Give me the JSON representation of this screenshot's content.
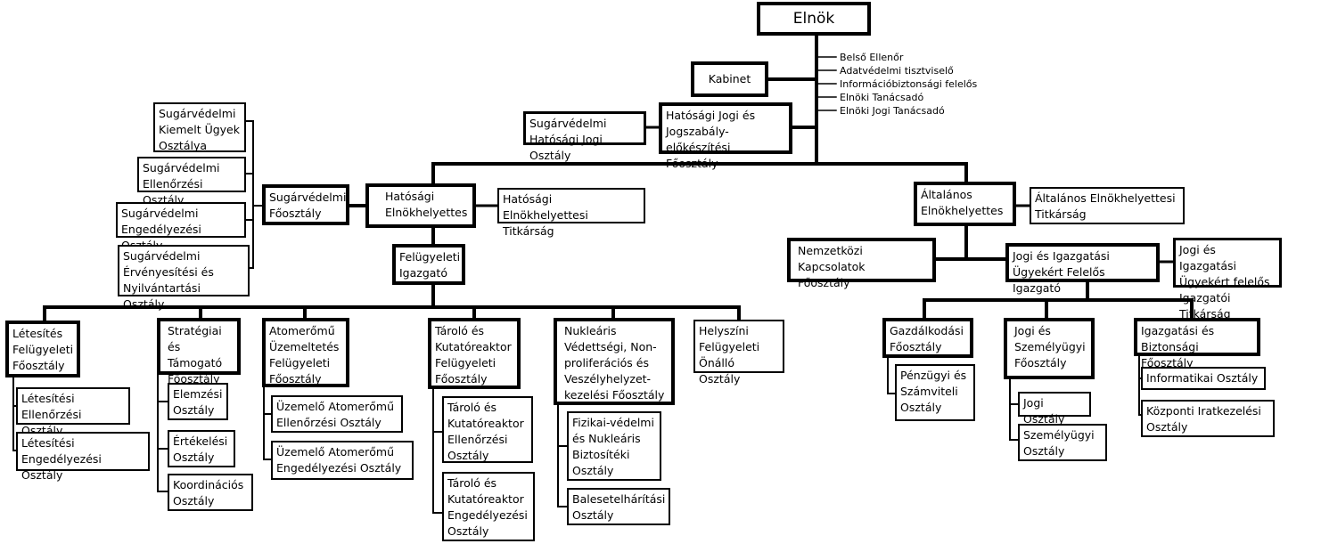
{
  "boxes": {
    "elnok": "Elnök",
    "kabinet": "Kabinet",
    "hatosagi_jogi_foosztaly": "Hatósági Jogi és\nJogszabály-előkészítési\nFőosztály",
    "sugarvedelmi_hatosagi_jogi": "Sugárvédelmi\nHatósági Jogi Osztály",
    "hatosagi_elnokhelyettes": "Hatósági\nElnökhelyettes",
    "hatosagi_titkarsag": "Hatósági Elnökhelyettesi\nTitkárság",
    "sugarvedelmi_foosztaly": "Sugárvédelmi\nFőosztály",
    "sug_kiemelt": "Sugárvédelmi\nKiemelt Ügyek\nOsztálya",
    "sug_ellenorzesi": "Sugárvédelmi\nEllenőrzési Osztály",
    "sug_engedelyezesi": "Sugárvédelmi\nEngedélyezési Osztály",
    "sug_ervenyesitesi": "Sugárvédelmi\nÉrvényesítési és\nNyilvántartási Osztály",
    "felugyeleti_igazgato": "Felügyeleti\nIgazgató",
    "letesites_foosztaly": "Létesítés\nFelügyeleti\nFőosztály",
    "letesitesi_ellenorzesi": "Létesítési\nEllenőrzési Osztály",
    "letesitesi_engedelyezesi": "Létesítési\nEngedélyezési Osztály",
    "strategiai_foosztaly": "Stratégiai és\nTámogató\nFőosztály",
    "elemzesi": "Elemzési\nOsztály",
    "ertekelesi": "Értékelési\nOsztály",
    "koordinacios": "Koordinációs\nOsztály",
    "atomeromu_foosztaly": "Atomerőmű\nÜzemeltetés\nFelügyeleti\nFőosztály",
    "uzemelo_ellenorzesi": "Üzemelő Atomerőmű\nEllenőrzési Osztály",
    "uzemelo_engedelyezesi": "Üzemelő Atomerőmű\nEngedélyezési Osztály",
    "tarolo_foosztaly": "Tároló és\nKutatóreaktor\nFelügyeleti\nFőosztály",
    "tarolo_ellenorzesi": "Tároló és\nKutatóreaktor\nEllenőrzési\nOsztály",
    "tarolo_engedelyezesi": "Tároló és\nKutatóreaktor\nEngedélyezési\nOsztály",
    "nuklearis_foosztaly": "Nukleáris\nVédettségi, Non-\nproliferációs és\nVeszélyhelyzet-\nkezelési Főosztály",
    "fizikai_vedelmi": "Fizikai-védelmi\nés Nukleáris\nBiztosítéki\nOsztály",
    "balesetelharitasi": "Balesetelhárítási\nOsztály",
    "helyszini": "Helyszíni\nFelügyeleti\nÖnálló Osztály",
    "altalanos_elnokhelyettes": "Általános\nElnökhelyettes",
    "altalanos_titkarsag": "Általános Elnökhelyettesi\nTitkárság",
    "nemzetkozi": "Nemzetközi Kapcsolatok\nFőosztály",
    "jogi_igazgato": "Jogi és Igazgatási\nÜgyekért Felelős Igazgató",
    "jogi_igazgatoi_titkarsag": "Jogi és Igazgatási\nÜgyekért felelős\nIgazgatói Titkárság",
    "gazdalkodasi": "Gazdálkodási\nFőosztály",
    "penzugyi": "Pénzügyi és\nSzámviteli\nOsztály",
    "jogi_szemelyugyi_foosztaly": "Jogi és\nSzemélyügyi\nFőosztály",
    "jogi_osztaly": "Jogi Osztály",
    "szemelyugyi_osztaly": "Személyügyi\nOsztály",
    "igazgatasi_foosztaly": "Igazgatási és\nBiztonsági Főosztály",
    "informatikai": "Informatikai Osztály",
    "iratkezelesi": "Központi Iratkezelési\nOsztály"
  },
  "president_staff": [
    "Belső Ellenőr",
    "Adatvédelmi tisztviselő",
    "Információbiztonsági felelős",
    "Elnöki Tanácsadó",
    "Elnöki Jogi Tanácsadó"
  ]
}
